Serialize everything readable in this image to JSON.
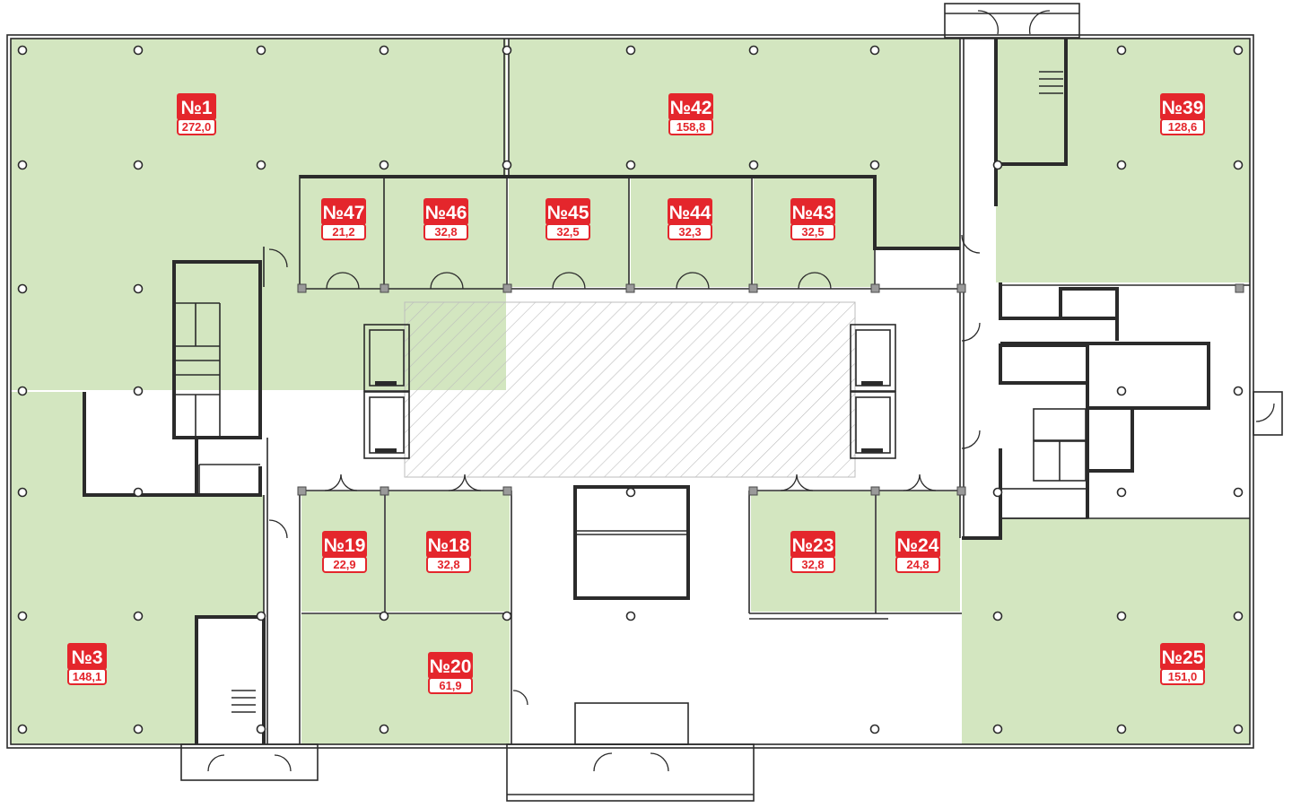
{
  "colors": {
    "rented_area": "#d3e6c0",
    "label_accent": "#e4262c",
    "walls": "#2b2b2b",
    "background": "#ffffff"
  },
  "units": [
    {
      "id": "1",
      "number": "№1",
      "area": "272,0"
    },
    {
      "id": "42",
      "number": "№42",
      "area": "158,8"
    },
    {
      "id": "39",
      "number": "№39",
      "area": "128,6"
    },
    {
      "id": "47",
      "number": "№47",
      "area": "21,2"
    },
    {
      "id": "46",
      "number": "№46",
      "area": "32,8"
    },
    {
      "id": "45",
      "number": "№45",
      "area": "32,5"
    },
    {
      "id": "44",
      "number": "№44",
      "area": "32,3"
    },
    {
      "id": "43",
      "number": "№43",
      "area": "32,5"
    },
    {
      "id": "19",
      "number": "№19",
      "area": "22,9"
    },
    {
      "id": "18",
      "number": "№18",
      "area": "32,8"
    },
    {
      "id": "23",
      "number": "№23",
      "area": "32,8"
    },
    {
      "id": "24",
      "number": "№24",
      "area": "24,8"
    },
    {
      "id": "3",
      "number": "№3",
      "area": "148,1"
    },
    {
      "id": "20",
      "number": "№20",
      "area": "61,9"
    },
    {
      "id": "25",
      "number": "№25",
      "area": "151,0"
    }
  ]
}
